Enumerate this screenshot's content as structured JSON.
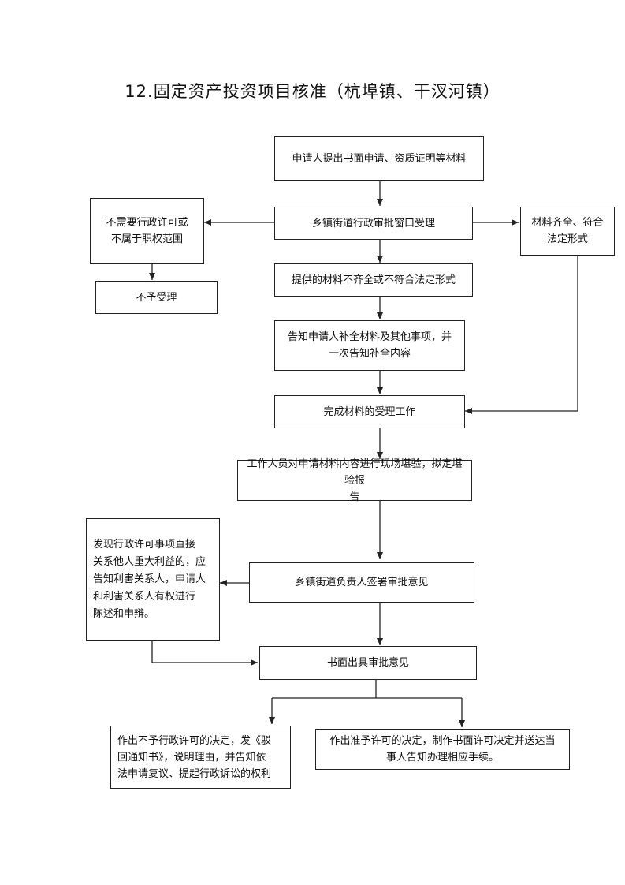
{
  "title": "12.固定资产投资项目核准（杭埠镇、干汊河镇）",
  "nodes": {
    "apply": "申请人提出书面申请、资质证明等材料",
    "window": "乡镇街道行政审批窗口受理",
    "not_required": "不需要行政许可或\n不属于职权范围",
    "reject_accept": "不予受理",
    "complete_ok": "材料齐全、符合\n法定形式",
    "incomplete": "提供的材料不齐全或不符合法定形式",
    "notify_supplement": "告知申请人补全材料及其他事项，并\n一次告知补全内容",
    "finish_accept": "完成材料的受理工作",
    "site_check": "工作人员对申请材料内容进行现场堪验，拟定堪验报\n告",
    "head_sign": "乡镇街道负责人签署审批意见",
    "third_party": "发现行政许可事项直接\n关系他人重大利益的，应\n告知利害关系人，申请人\n和利害关系人有权进行\n陈述和申辩。",
    "written_opinion": "书面出具审批意见",
    "deny": "作出不予行政许可的决定，发《驳\n回通知书》，说明理由，并告知依\n法申请复议、提起行政诉讼的权利",
    "approve": "作出准予许可的决定，制作书面许可决定并送达当\n事人告知办理相应手续。"
  }
}
